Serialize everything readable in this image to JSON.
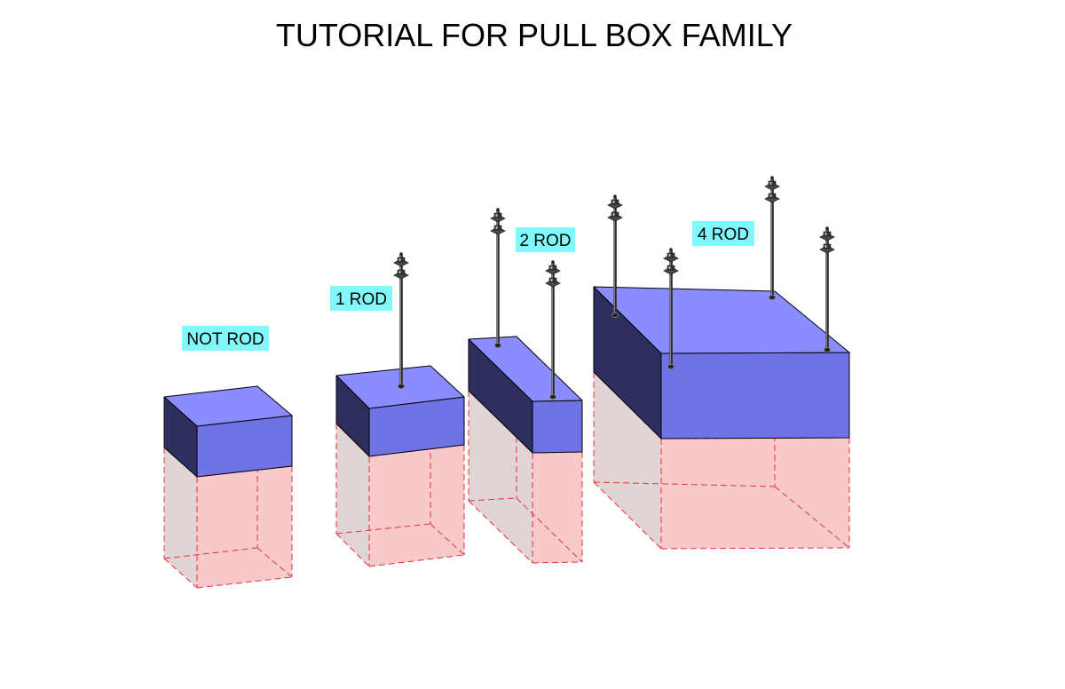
{
  "title": "TUTORIAL FOR PULL BOX FAMILY",
  "boxes": [
    {
      "label": "NOT ROD",
      "rods": 0
    },
    {
      "label": "1 ROD",
      "rods": 1
    },
    {
      "label": "2 ROD",
      "rods": 2
    },
    {
      "label": "4 ROD",
      "rods": 4
    }
  ],
  "colors": {
    "top_face": "#8a8cff",
    "front_face": "#6f73e6",
    "side_face": "#2e2f5e",
    "ghost_front": "#f8c9c9",
    "ghost_side": "#e0d4d4",
    "ghost_edge": "#e8303b",
    "label_background": "#7ff9fb",
    "rod": "#2b2b2b"
  }
}
